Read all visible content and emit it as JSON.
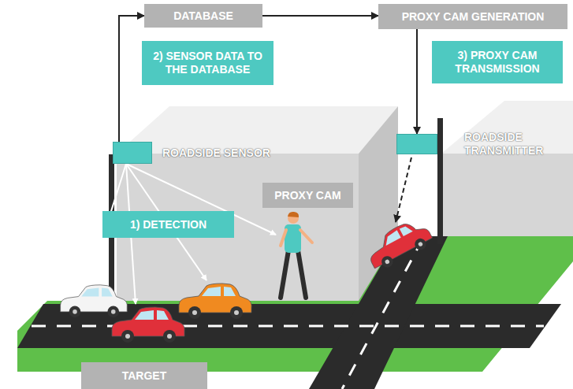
{
  "diagram": {
    "nodes": [
      {
        "text": [
          "DATABASE"
        ]
      },
      {
        "text": [
          "PROXY CAM GENERATION"
        ]
      },
      {
        "text": [
          "2) SENSOR DATA TO THE DATABASE"
        ]
      },
      {
        "text": [
          "3) PROXY CAM TRANSMISSION"
        ]
      },
      {
        "text": [
          "ROADSIDE SENSOR"
        ]
      },
      {
        "text": [
          "ROADSIDE TRANSMITTER"
        ]
      },
      {
        "text": [
          "PROXY CAM"
        ]
      },
      {
        "text": [
          "1) DETECTION"
        ]
      },
      {
        "text": [
          "TARGET"
        ]
      }
    ],
    "edges": [
      {
        "from": 4,
        "to": 0,
        "arrow": "to"
      },
      {
        "from": 0,
        "to": 1,
        "arrow": "to"
      },
      {
        "from": 1,
        "to": 5,
        "arrow": "to"
      }
    ]
  }
}
